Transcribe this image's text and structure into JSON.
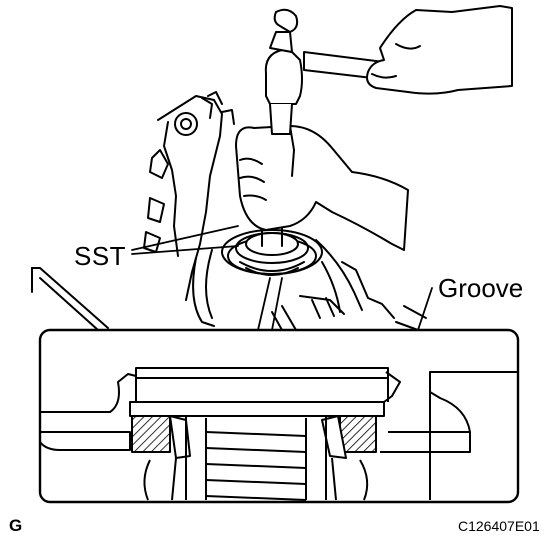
{
  "figure": {
    "callouts": {
      "sst": "SST",
      "groove": "Groove"
    },
    "region_code": "G",
    "figure_id": "C126407E01"
  },
  "colors": {
    "line": "#000000",
    "background": "#ffffff",
    "hatch": "#000000"
  },
  "icons": [
    "hammer-icon",
    "hand-icon",
    "special-service-tool-icon",
    "bearing-race-icon"
  ]
}
